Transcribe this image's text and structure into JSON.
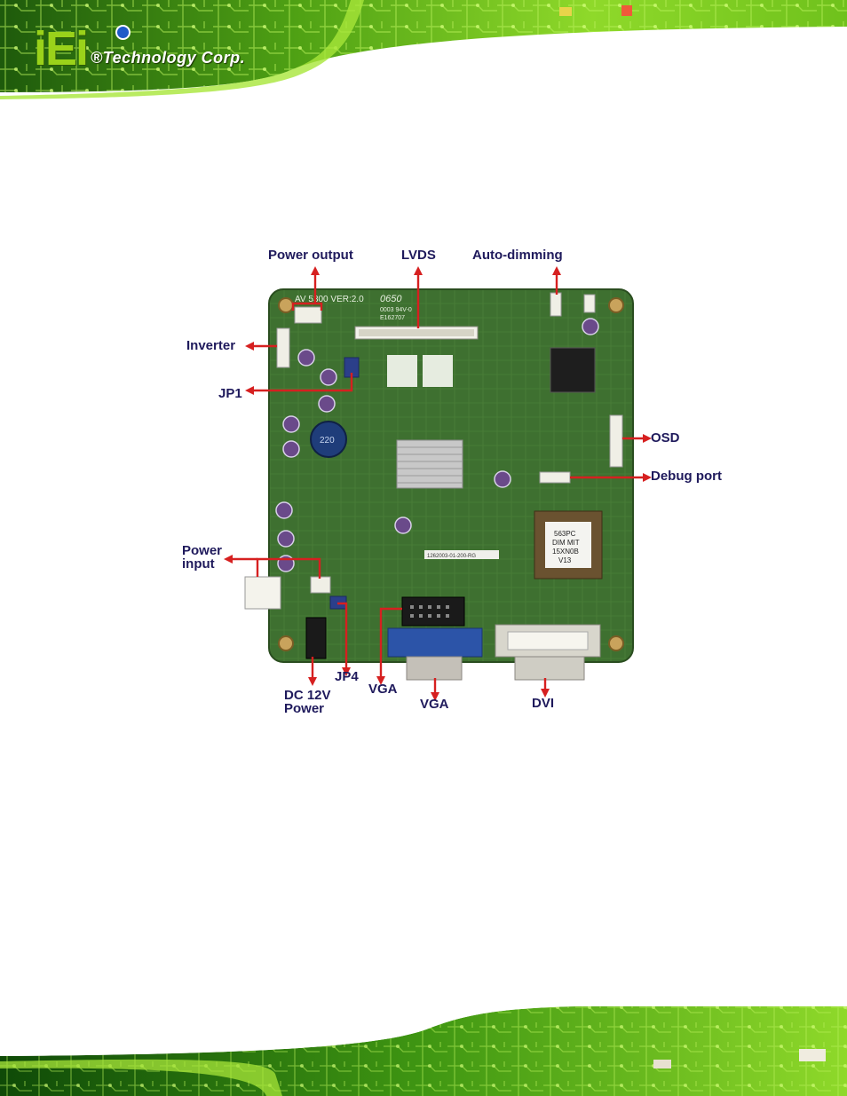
{
  "brand": {
    "logo_text": "iEi",
    "tagline": "®Technology Corp."
  },
  "figure": {
    "board_silk": {
      "model": "AV 5300 VER:2.0",
      "date": "0650",
      "code1": "0003 94V-0",
      "code2": "E162707",
      "chip_line1": "563PC",
      "chip_line2": "DIM MIT",
      "chip_line3": "15XN0B",
      "chip_line4": "V13",
      "inductor": "220",
      "sticker": "1262003-01-200-RG"
    },
    "labels": {
      "power_output": "Power output",
      "lvds": "LVDS",
      "auto_dimming": "Auto-dimming",
      "inverter": "Inverter",
      "jp1": "JP1",
      "osd": "OSD",
      "debug_port": "Debug port",
      "power_input_1": "Power",
      "power_input_2": "input",
      "dc12v_1": "DC 12V",
      "dc12v_2": "Power",
      "jp4": "JP4",
      "vga_header": "VGA",
      "vga": "VGA",
      "dvi": "DVI"
    }
  },
  "colors": {
    "label": "#1f1a5c",
    "arrow": "#d62020",
    "pcb": "#3a6b2a",
    "banner_green": "#7ccf1e"
  }
}
